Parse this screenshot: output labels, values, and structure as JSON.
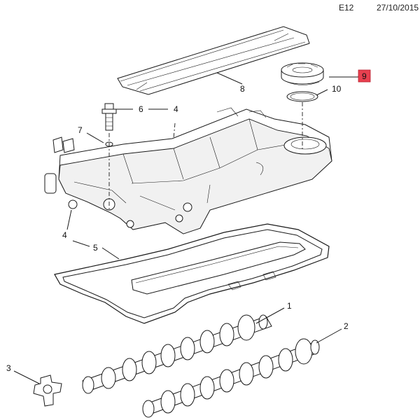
{
  "header": {
    "code": "E12",
    "date": "27/10/2015"
  },
  "callouts": {
    "c1": "1",
    "c2": "2",
    "c3": "3",
    "c4a": "4",
    "c4b": "4",
    "c5": "5",
    "c6": "6",
    "c7": "7",
    "c8": "8",
    "c9": "9",
    "c10": "10"
  },
  "highlight_color": "#e8404f"
}
